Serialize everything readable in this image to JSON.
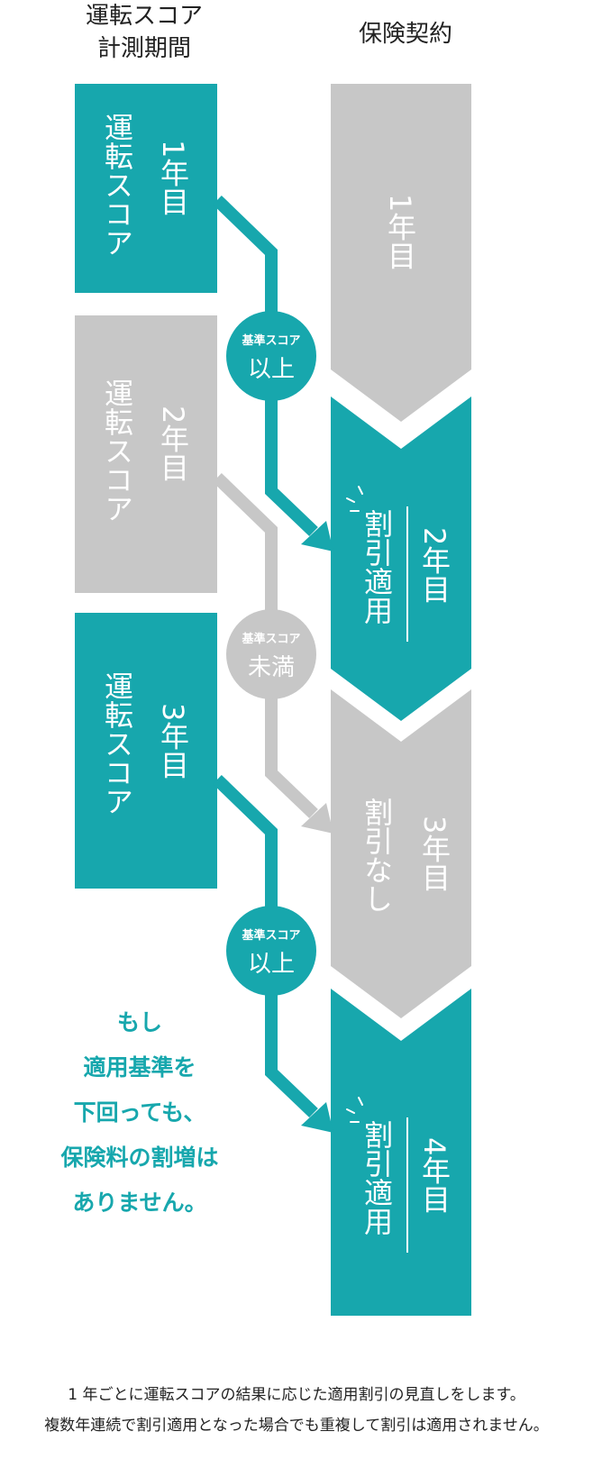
{
  "header": {
    "left": "運転スコア\n計測期間",
    "right": "保険契約"
  },
  "colors": {
    "teal": "#17a7ad",
    "gray": "#c7c7c7",
    "text": "#222222"
  },
  "score_periods": [
    {
      "label": "運転スコア",
      "year": "1年目",
      "state": "teal"
    },
    {
      "label": "運転スコア",
      "year": "2年目",
      "state": "gray"
    },
    {
      "label": "運転スコア",
      "year": "3年目",
      "state": "teal"
    }
  ],
  "contract_years": [
    {
      "year": "1年目",
      "status": "",
      "state": "gray"
    },
    {
      "year": "2年目",
      "status": "割引適用",
      "state": "teal"
    },
    {
      "year": "3年目",
      "status": "割引なし",
      "state": "gray"
    },
    {
      "year": "4年目",
      "status": "割引適用",
      "state": "teal"
    }
  ],
  "badges": [
    {
      "top": "基準スコア",
      "bottom": "以上",
      "state": "teal"
    },
    {
      "top": "基準スコア",
      "bottom": "未満",
      "state": "gray"
    },
    {
      "top": "基準スコア",
      "bottom": "以上",
      "state": "teal"
    }
  ],
  "note": {
    "lines": [
      "もし",
      "適用基準を",
      "下回っても、",
      "保険料の割増は",
      "ありません。"
    ]
  },
  "footnotes": {
    "line1": "1 年ごとに運転スコアの結果に応じた適用割引の見直しをします。",
    "line2": "複数年連続で割引適用となった場合でも重複して割引は適用されません。"
  }
}
